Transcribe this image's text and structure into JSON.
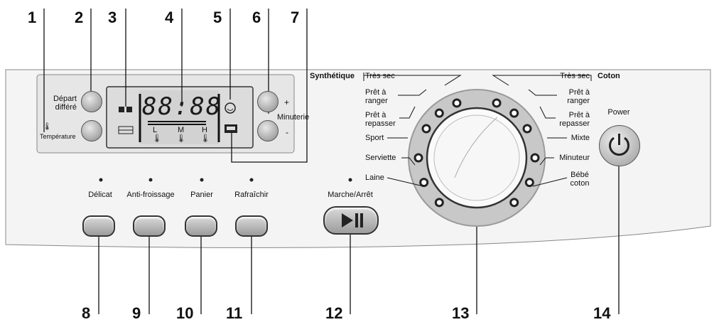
{
  "numbers": [
    "1",
    "2",
    "3",
    "4",
    "5",
    "6",
    "7",
    "8",
    "9",
    "10",
    "11",
    "12",
    "13",
    "14"
  ],
  "labels": {
    "depart_differe": "Départ\ndifféré",
    "temperature": "Température",
    "minuterie": "Minuterie",
    "plus": "+",
    "minus": "-",
    "lcd_digits": "88:88",
    "lcd_l": "L",
    "lcd_m": "M",
    "lcd_h": "H",
    "delicat": "Délicat",
    "anti_froissage": "Anti-froissage",
    "panier": "Panier",
    "rafraichir": "Rafraîchir",
    "marche_arret": "Marche/Arrêt",
    "power": "Power"
  },
  "dial": {
    "left_group": "Synthétique",
    "right_group": "Coton",
    "left_programs": [
      "Très sec",
      "Prêt à\nranger",
      "Prêt à\nrepasser",
      "Sport",
      "Serviette",
      "Laine"
    ],
    "right_programs": [
      "Très sec",
      "Prêt à\nranger",
      "Prêt à\nrepasser",
      "Mixte",
      "Minuteur",
      "Bébé\ncoton"
    ]
  },
  "colors": {
    "panel": "#f2f2f2",
    "outline": "#333333",
    "display_bg": "#dcdcdc"
  }
}
